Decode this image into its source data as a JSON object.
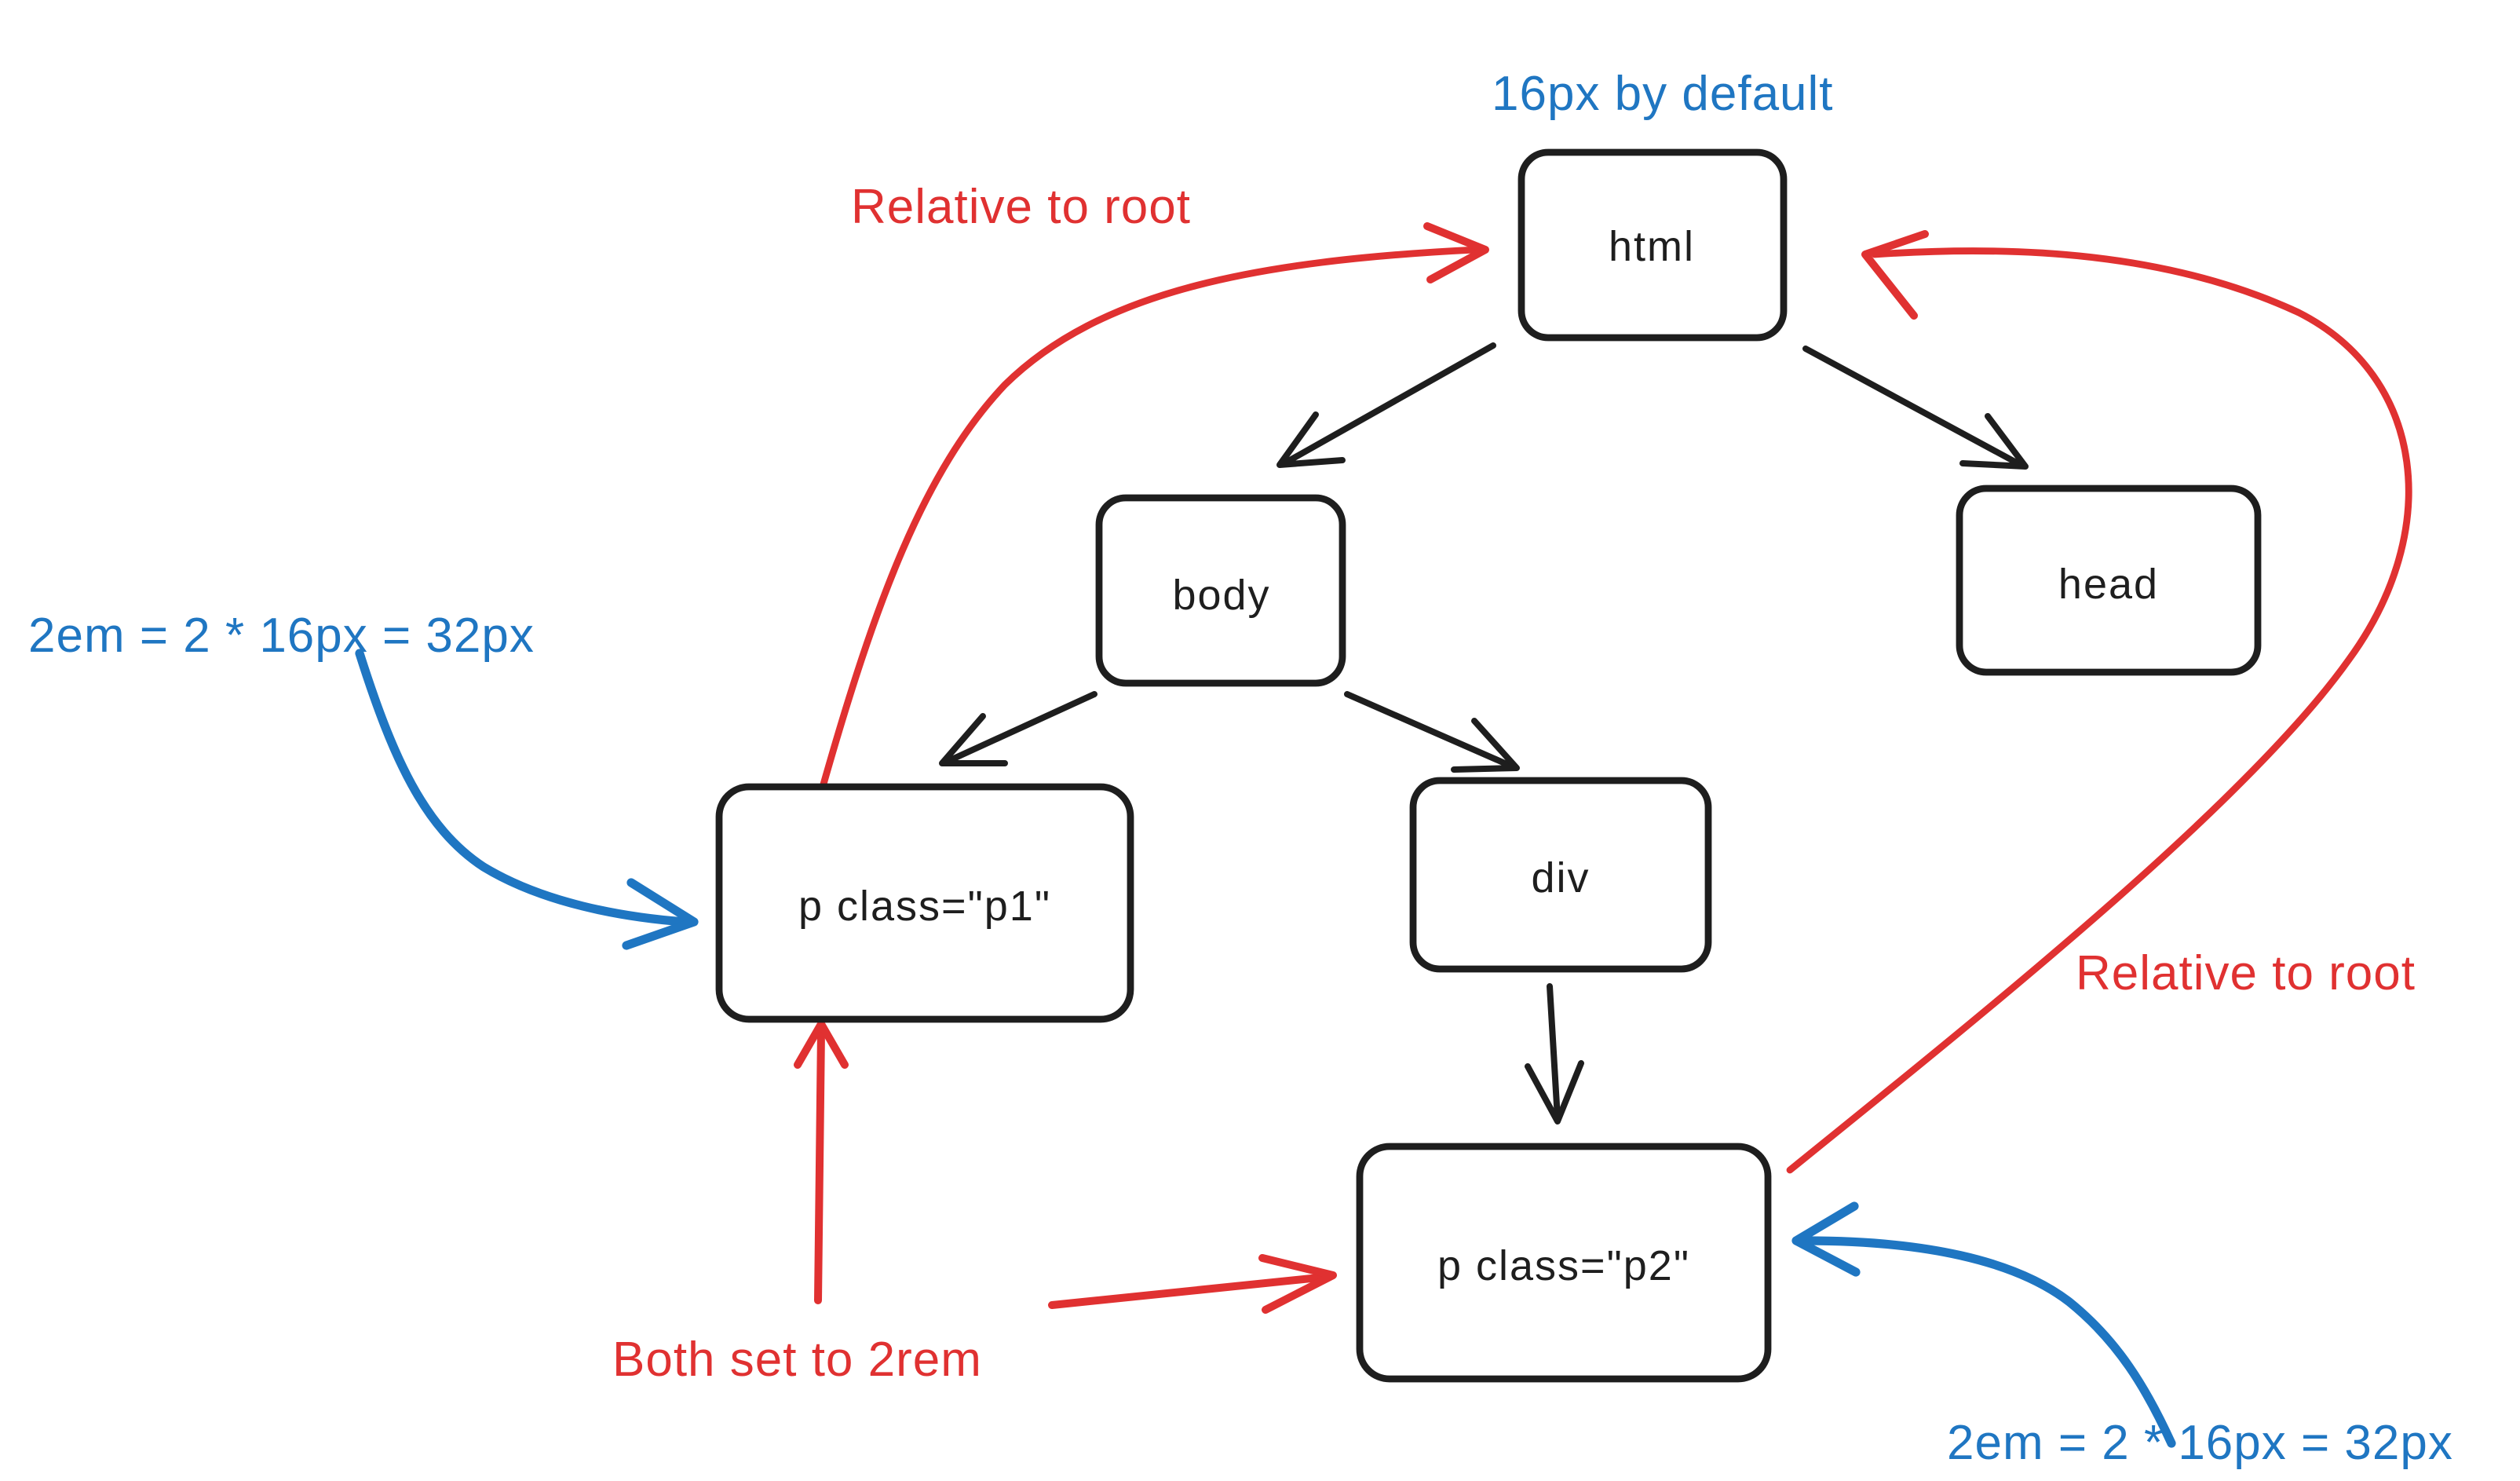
{
  "colors": {
    "ink": "#1e1e1e",
    "red": "#e03131",
    "blue": "#1f76c2",
    "background": "#ffffff"
  },
  "nodes": {
    "html": {
      "label": "html"
    },
    "body": {
      "label": "body"
    },
    "head": {
      "label": "head"
    },
    "p1": {
      "label": "p class=\"p1\""
    },
    "div": {
      "label": "div"
    },
    "p2": {
      "label": "p class=\"p2\""
    }
  },
  "annotations": {
    "font_default": {
      "text": "16px by default",
      "color": "#1f76c2"
    },
    "relative_to_root_left": {
      "text": "Relative to root",
      "color": "#e03131"
    },
    "relative_to_root_right": {
      "text": "Relative to root",
      "color": "#e03131"
    },
    "em_calc_left": {
      "text": "2em = 2 * 16px = 32px",
      "color": "#1f76c2"
    },
    "em_calc_right": {
      "text": "2em = 2 * 16px = 32px",
      "color": "#1f76c2"
    },
    "both_set_2rem": {
      "text": "Both set to 2rem",
      "color": "#e03131"
    }
  },
  "edges": {
    "tree": [
      {
        "from": "html",
        "to": "body"
      },
      {
        "from": "html",
        "to": "head"
      },
      {
        "from": "body",
        "to": "p1"
      },
      {
        "from": "body",
        "to": "div"
      },
      {
        "from": "div",
        "to": "p2"
      }
    ],
    "annotation_arrows": [
      {
        "from": "p1",
        "to": "html",
        "meaning": "Relative to root",
        "color": "#e03131"
      },
      {
        "from": "p2",
        "to": "html",
        "meaning": "Relative to root",
        "color": "#e03131"
      },
      {
        "from": "both_set_2rem",
        "to": "p1",
        "meaning": "Both set to 2rem",
        "color": "#e03131"
      },
      {
        "from": "both_set_2rem",
        "to": "p2",
        "meaning": "Both set to 2rem",
        "color": "#e03131"
      },
      {
        "from": "em_calc_left",
        "to": "p1",
        "meaning": "2em = 2 * 16px = 32px",
        "color": "#1f76c2"
      },
      {
        "from": "em_calc_right",
        "to": "p2",
        "meaning": "2em = 2 * 16px = 32px",
        "color": "#1f76c2"
      }
    ]
  }
}
